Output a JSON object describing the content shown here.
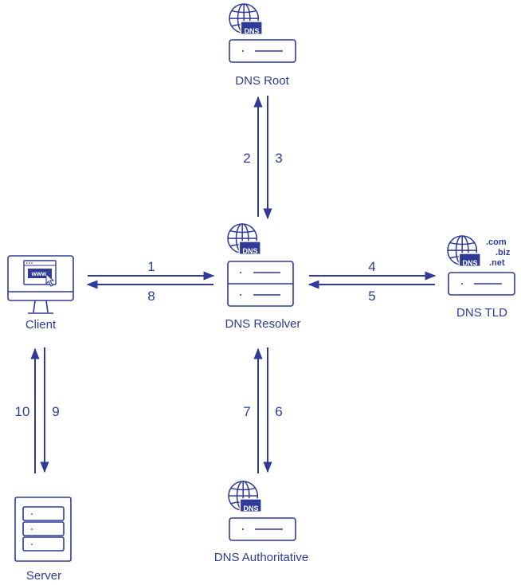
{
  "colors": {
    "accent": "#2f3a99",
    "background": "#ffffff"
  },
  "nodes": {
    "root": {
      "label": "DNS Root",
      "badge": "DNS"
    },
    "resolver": {
      "label": "DNS Resolver",
      "badge": "DNS"
    },
    "tld": {
      "label": "DNS TLD",
      "badge": "DNS",
      "domains": [
        ".com",
        ".biz",
        ".net"
      ]
    },
    "authoritative": {
      "label": "DNS Authoritative",
      "badge": "DNS"
    },
    "client": {
      "label": "Client",
      "screen_text": "www"
    },
    "server": {
      "label": "Server"
    }
  },
  "steps": [
    "1",
    "2",
    "3",
    "4",
    "5",
    "6",
    "7",
    "8",
    "9",
    "10"
  ]
}
